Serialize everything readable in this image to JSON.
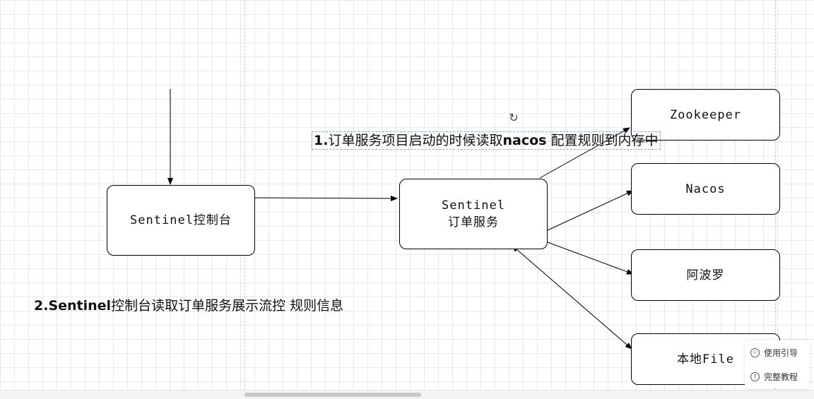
{
  "nodes": {
    "console": {
      "lines": [
        "Sentinel控制台"
      ]
    },
    "order_service": {
      "lines": [
        "Sentinel",
        "订单服务"
      ]
    },
    "zookeeper": {
      "lines": [
        "Zookeeper"
      ]
    },
    "nacos": {
      "lines": [
        "Nacos"
      ]
    },
    "apollo": {
      "lines": [
        "阿波罗"
      ]
    },
    "local_file": {
      "lines": [
        "本地File"
      ]
    }
  },
  "labels": {
    "step1": {
      "lead": "1.",
      "text": "订单服务项目启动的时候读取",
      "bold_word": "nacos",
      "tail": " 配置规则到内存中"
    },
    "step2": {
      "lead": "2.Sentinel",
      "text": "控制台读取订单服务展示流控 规则信息"
    }
  },
  "help_panel": {
    "guide": "使用引导",
    "tutorial": "完整教程"
  },
  "icons": {
    "rotate": "rotate-icon",
    "guide": "compass-icon",
    "tutorial": "question-icon"
  },
  "colors": {
    "stroke": "#000000",
    "grid": "#e8e8e8",
    "selection": "#8aa6d6"
  }
}
